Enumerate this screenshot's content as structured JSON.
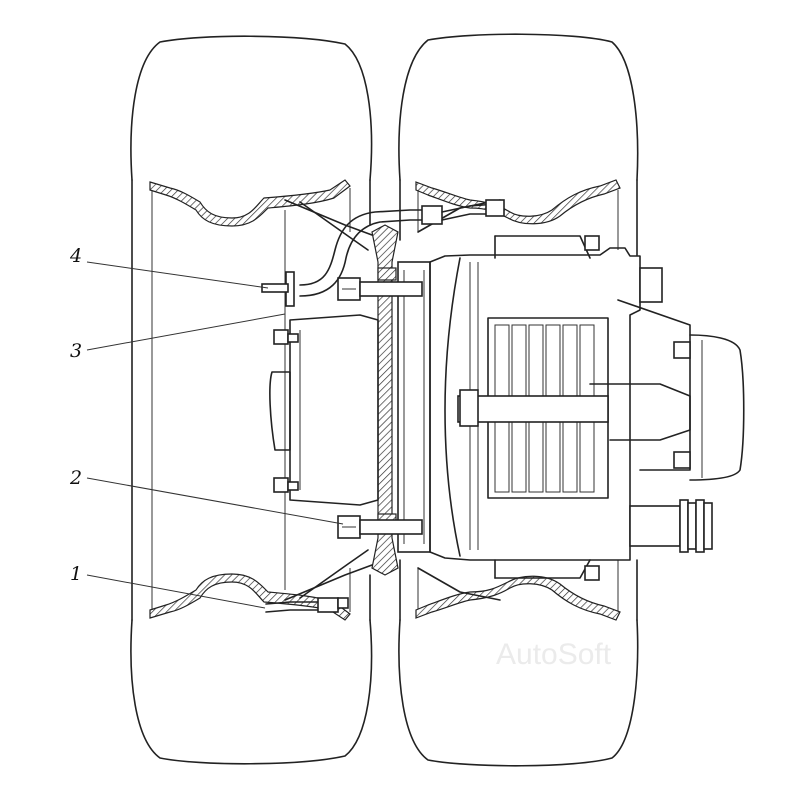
{
  "diagram": {
    "callouts": [
      {
        "id": "c1",
        "label": "1"
      },
      {
        "id": "c2",
        "label": "2"
      },
      {
        "id": "c3",
        "label": "3"
      },
      {
        "id": "c4",
        "label": "4"
      }
    ],
    "watermark": "AutoSoft"
  },
  "colors": {
    "line": "#222222",
    "background": "#ffffff",
    "watermark": "#ebebeb"
  }
}
